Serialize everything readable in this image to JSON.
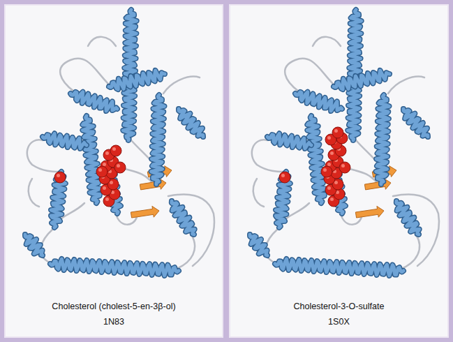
{
  "diagram": {
    "nodes": [
      {
        "text": [
          "Cholesterol (cholest-5-en-3β-ol)",
          "1N83"
        ]
      },
      {
        "text": [
          "Cholesterol-3-O-sulfate",
          "1S0X"
        ]
      }
    ]
  }
}
